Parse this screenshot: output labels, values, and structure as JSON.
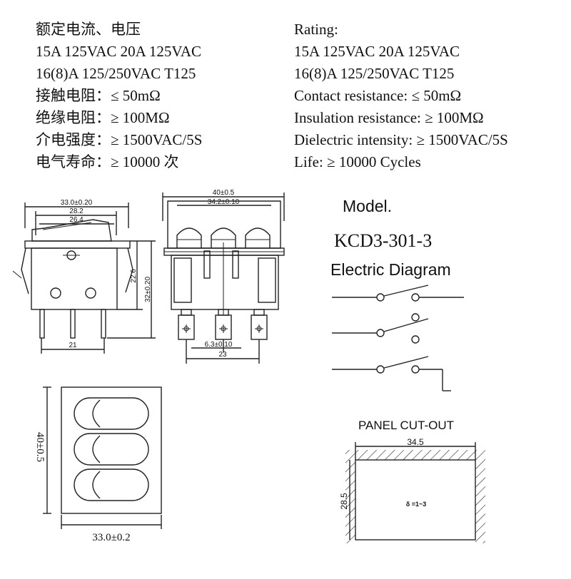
{
  "specs_cn": [
    "额定电流、电压",
    "15A 125VAC  20A 125VAC",
    "16(8)A 125/250VAC T125",
    "接触电阻：≤ 50mΩ",
    "绝缘电阻：≥ 100MΩ",
    "介电强度：≥ 1500VAC/5S",
    "电气寿命：≥ 10000 次"
  ],
  "specs_en": [
    "Rating:",
    "15A 125VAC  20A 125VAC",
    "16(8)A 125/250VAC T125",
    "Contact resistance: ≤ 50mΩ",
    "Insulation resistance: ≥ 100MΩ",
    "Dielectric intensity: ≥ 1500VAC/5S",
    "Life: ≥ 10000 Cycles"
  ],
  "side_view": {
    "dim_overall": "33.0±0.20",
    "dim_mid": "28.2",
    "dim_inner": "26.4",
    "dim_height_body": "22.6",
    "dim_height_total": "32±0.20",
    "dim_terminal_span": "21"
  },
  "front_view": {
    "dim_overall": "40±0.5",
    "dim_inner": "34.2±0.10",
    "dim_pitch": "6.3±0.10",
    "dim_terminal_span": "23"
  },
  "model": {
    "label": "Model.",
    "number": "KCD3-301-3"
  },
  "electric_diagram": {
    "title": "Electric Diagram"
  },
  "top_view": {
    "dim_height": "40±0.5",
    "dim_width": "33.0±0.2"
  },
  "panel_cutout": {
    "title": "PANEL CUT-OUT",
    "dim_width": "34.5",
    "dim_height": "28.5",
    "thickness_note": "δ =1~3"
  }
}
